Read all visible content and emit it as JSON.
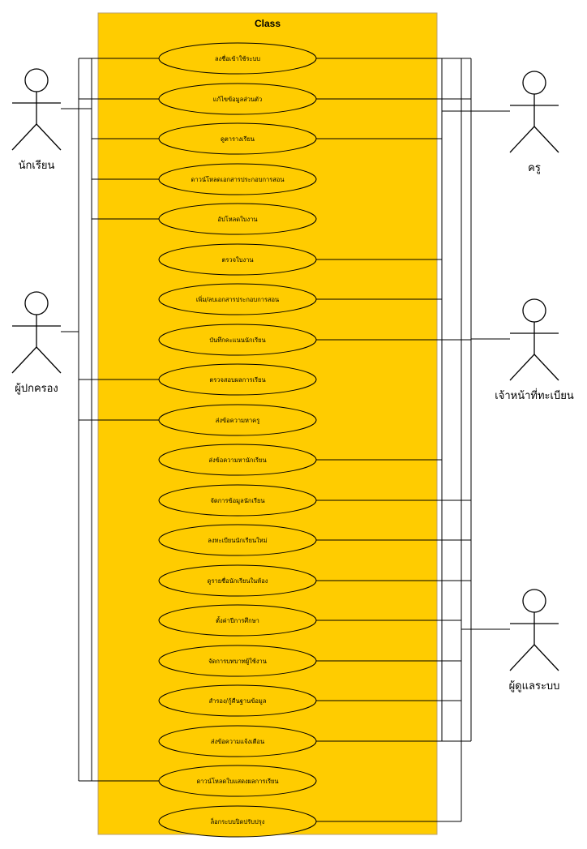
{
  "system": {
    "title": "Class",
    "fill": "#ffcc00"
  },
  "use_cases": [
    {
      "id": "login",
      "label": "ลงชื่อเข้าใช้ระบบ"
    },
    {
      "id": "edit-profile",
      "label": "แก้ไขข้อมูลส่วนตัว"
    },
    {
      "id": "view-timetable",
      "label": "ดูตารางเรียน"
    },
    {
      "id": "download-materials",
      "label": "ดาวน์โหลดเอกสารประกอบการสอน"
    },
    {
      "id": "upload-work",
      "label": "อัปโหลดใบงาน"
    },
    {
      "id": "grade-work",
      "label": "ตรวจใบงาน"
    },
    {
      "id": "add-remove-materials",
      "label": "เพิ่ม/ลบเอกสารประกอบการสอน"
    },
    {
      "id": "record-scores",
      "label": "บันทึกคะแนนนักเรียน"
    },
    {
      "id": "check-results",
      "label": "ตรวจสอบผลการเรียน"
    },
    {
      "id": "message-teacher",
      "label": "ส่งข้อความหาครู"
    },
    {
      "id": "message-student",
      "label": "ส่งข้อความหานักเรียน"
    },
    {
      "id": "manage-student-data",
      "label": "จัดการข้อมูลนักเรียน"
    },
    {
      "id": "register-student",
      "label": "ลงทะเบียนนักเรียนใหม่"
    },
    {
      "id": "view-class-list",
      "label": "ดูรายชื่อนักเรียนในห้อง"
    },
    {
      "id": "set-academic-year",
      "label": "ตั้งค่าปีการศึกษา"
    },
    {
      "id": "manage-user-roles",
      "label": "จัดการบทบาทผู้ใช้งาน"
    },
    {
      "id": "backup-restore",
      "label": "สำรอง/กู้คืนฐานข้อมูล"
    },
    {
      "id": "send-notification",
      "label": "ส่งข้อความแจ้งเตือน"
    },
    {
      "id": "download-report",
      "label": "ดาวน์โหลดใบแสดงผลการเรียน"
    },
    {
      "id": "maintenance-lock",
      "label": "ล็อกระบบปิดปรับปรุง"
    }
  ],
  "actors": [
    {
      "id": "student",
      "label": "นักเรียน"
    },
    {
      "id": "parent",
      "label": "ผู้ปกครอง"
    },
    {
      "id": "teacher",
      "label": "ครู"
    },
    {
      "id": "registrar",
      "label": "เจ้าหน้าที่ทะเบียน"
    },
    {
      "id": "admin",
      "label": "ผู้ดูแลระบบ"
    }
  ],
  "associations": {
    "student": [
      "login",
      "edit-profile",
      "view-timetable",
      "download-materials",
      "upload-work",
      "check-results",
      "message-teacher",
      "download-report"
    ],
    "parent": [
      "login",
      "edit-profile",
      "check-results",
      "message-teacher",
      "download-report"
    ],
    "teacher": [
      "login",
      "edit-profile",
      "view-timetable",
      "grade-work",
      "add-remove-materials",
      "record-scores",
      "message-student",
      "view-class-list",
      "send-notification"
    ],
    "registrar": [
      "login",
      "edit-profile",
      "record-scores",
      "manage-student-data",
      "register-student",
      "view-class-list",
      "send-notification"
    ],
    "admin": [
      "login",
      "edit-profile",
      "set-academic-year",
      "manage-user-roles",
      "backup-restore",
      "send-notification",
      "maintenance-lock"
    ]
  }
}
